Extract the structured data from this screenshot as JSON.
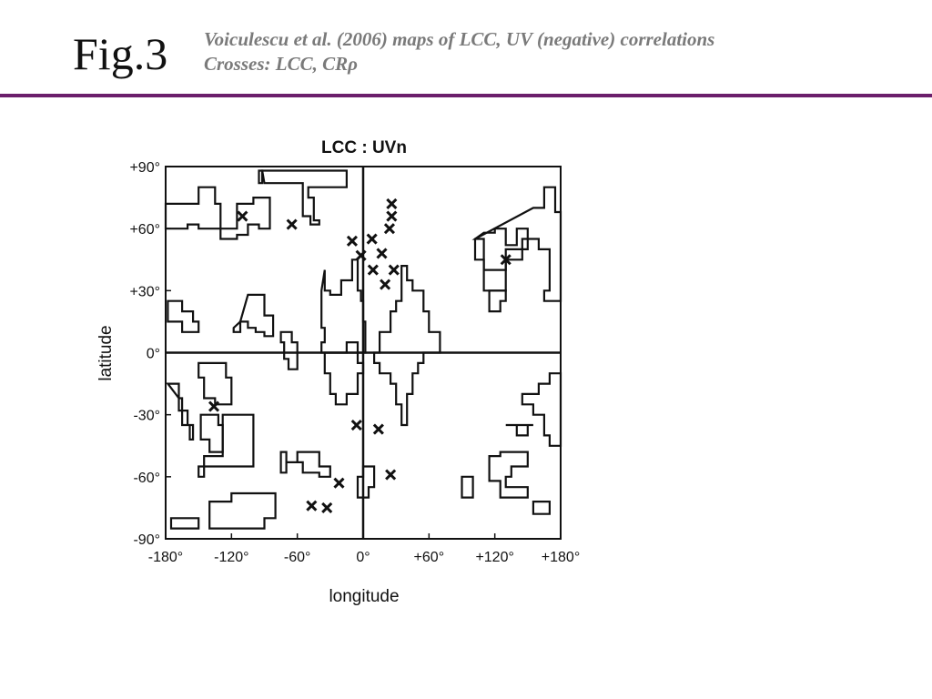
{
  "slide": {
    "title": "Fig.3",
    "caption_line1": "Voiculescu et al. (2006) maps of LCC, UV (negative) correlations",
    "caption_line2": "Crosses: LCC, CRρ",
    "accent_color": "#6b1f6b"
  },
  "chart_data": {
    "type": "scatter",
    "title": "LCC : UVn",
    "xlabel": "longitude",
    "ylabel": "latitude",
    "xlim": [
      -180,
      180
    ],
    "ylim": [
      -90,
      90
    ],
    "xticks": [
      {
        "v": -180,
        "label": "-180°"
      },
      {
        "v": -120,
        "label": "-120°"
      },
      {
        "v": -60,
        "label": "-60°"
      },
      {
        "v": 0,
        "label": "0°"
      },
      {
        "v": 60,
        "label": "+60°"
      },
      {
        "v": 120,
        "label": "+120°"
      },
      {
        "v": 180,
        "label": "+180°"
      }
    ],
    "yticks": [
      {
        "v": 90,
        "label": "+90°"
      },
      {
        "v": 60,
        "label": "+60°"
      },
      {
        "v": 30,
        "label": "+30°"
      },
      {
        "v": 0,
        "label": "0°"
      },
      {
        "v": -30,
        "label": "-30°"
      },
      {
        "v": -60,
        "label": "-60°"
      },
      {
        "v": -90,
        "label": "-90°"
      }
    ],
    "grid": false,
    "reference_lines": [
      "x=0",
      "y=0"
    ],
    "crosses": [
      [
        -110,
        66
      ],
      [
        -65,
        62
      ],
      [
        -10,
        54
      ],
      [
        -2,
        47
      ],
      [
        8,
        55
      ],
      [
        17,
        48
      ],
      [
        24,
        60
      ],
      [
        26,
        66
      ],
      [
        26,
        72
      ],
      [
        9,
        40
      ],
      [
        28,
        40
      ],
      [
        20,
        33
      ],
      [
        130,
        45
      ],
      [
        -136,
        -26
      ],
      [
        -6,
        -35
      ],
      [
        14,
        -37
      ],
      [
        25,
        -59
      ],
      [
        -22,
        -63
      ],
      [
        -47,
        -74
      ],
      [
        -33,
        -75
      ]
    ],
    "regions": [
      [
        [
          -180,
          72
        ],
        [
          -150,
          72
        ],
        [
          -150,
          80
        ],
        [
          -135,
          80
        ],
        [
          -135,
          72
        ],
        [
          -130,
          72
        ],
        [
          -130,
          60
        ],
        [
          -115,
          60
        ],
        [
          -115,
          72
        ],
        [
          -100,
          72
        ],
        [
          -100,
          75
        ],
        [
          -85,
          75
        ],
        [
          -85,
          60
        ],
        [
          -95,
          60
        ],
        [
          -95,
          62
        ],
        [
          -105,
          62
        ],
        [
          -105,
          57
        ],
        [
          -115,
          57
        ],
        [
          -115,
          55
        ],
        [
          -130,
          55
        ],
        [
          -130,
          60
        ],
        [
          -150,
          60
        ],
        [
          -150,
          62
        ],
        [
          -160,
          62
        ],
        [
          -160,
          60
        ],
        [
          -180,
          60
        ]
      ],
      [
        [
          -92,
          88
        ],
        [
          -15,
          88
        ],
        [
          -15,
          80
        ],
        [
          -50,
          80
        ],
        [
          -50,
          75
        ],
        [
          -45,
          75
        ],
        [
          -45,
          64
        ],
        [
          -40,
          64
        ],
        [
          -40,
          62
        ],
        [
          -48,
          62
        ],
        [
          -48,
          66
        ],
        [
          -55,
          66
        ],
        [
          -55,
          80
        ],
        [
          -55,
          82
        ],
        [
          -90,
          82
        ],
        [
          -90,
          82
        ]
      ],
      [
        [
          -95,
          82
        ],
        [
          -95,
          88
        ],
        [
          -92,
          88
        ],
        [
          -92,
          82
        ]
      ],
      [
        [
          -178,
          25
        ],
        [
          -165,
          25
        ],
        [
          -165,
          20
        ],
        [
          -155,
          20
        ],
        [
          -155,
          15
        ],
        [
          -150,
          15
        ],
        [
          -150,
          10
        ],
        [
          -165,
          10
        ],
        [
          -165,
          15
        ],
        [
          -178,
          15
        ]
      ],
      [
        [
          -105,
          28
        ],
        [
          -90,
          28
        ],
        [
          -90,
          18
        ],
        [
          -82,
          18
        ],
        [
          -82,
          8
        ],
        [
          -90,
          8
        ],
        [
          -90,
          10
        ],
        [
          -98,
          10
        ],
        [
          -98,
          12
        ],
        [
          -105,
          12
        ],
        [
          -105,
          15
        ],
        [
          -112,
          15
        ],
        [
          -112,
          10
        ],
        [
          -118,
          10
        ],
        [
          -118,
          12
        ],
        [
          -112,
          15
        ]
      ],
      [
        [
          -75,
          10
        ],
        [
          -65,
          10
        ],
        [
          -65,
          5
        ],
        [
          -60,
          5
        ],
        [
          -60,
          -8
        ],
        [
          -68,
          -8
        ],
        [
          -68,
          -3
        ],
        [
          -72,
          -3
        ],
        [
          -72,
          5
        ],
        [
          -75,
          5
        ]
      ],
      [
        [
          -150,
          -5
        ],
        [
          -125,
          -5
        ],
        [
          -125,
          -12
        ],
        [
          -120,
          -12
        ],
        [
          -120,
          -25
        ],
        [
          -135,
          -25
        ],
        [
          -135,
          -22
        ],
        [
          -145,
          -22
        ],
        [
          -145,
          -12
        ],
        [
          -150,
          -12
        ]
      ],
      [
        [
          -178,
          -15
        ],
        [
          -168,
          -15
        ],
        [
          -168,
          -22
        ],
        [
          -165,
          -22
        ],
        [
          -165,
          -35
        ],
        [
          -158,
          -35
        ],
        [
          -158,
          -42
        ],
        [
          -155,
          -42
        ],
        [
          -155,
          -35
        ],
        [
          -160,
          -35
        ],
        [
          -160,
          -28
        ],
        [
          -168,
          -28
        ],
        [
          -168,
          -22
        ]
      ],
      [
        [
          -148,
          -30
        ],
        [
          -148,
          -42
        ],
        [
          -140,
          -42
        ],
        [
          -140,
          -48
        ],
        [
          -128,
          -48
        ],
        [
          -128,
          -35
        ],
        [
          -132,
          -35
        ],
        [
          -132,
          -30
        ]
      ],
      [
        [
          -128,
          -30
        ],
        [
          -100,
          -30
        ],
        [
          -100,
          -55
        ],
        [
          -150,
          -55
        ],
        [
          -150,
          -60
        ],
        [
          -145,
          -60
        ],
        [
          -145,
          -50
        ],
        [
          -128,
          -50
        ]
      ],
      [
        [
          -75,
          -48
        ],
        [
          -70,
          -48
        ],
        [
          -70,
          -53
        ],
        [
          -60,
          -53
        ],
        [
          -60,
          -48
        ],
        [
          -40,
          -48
        ],
        [
          -40,
          -55
        ],
        [
          -30,
          -55
        ],
        [
          -30,
          -60
        ],
        [
          -40,
          -60
        ],
        [
          -40,
          -58
        ],
        [
          -55,
          -58
        ],
        [
          -55,
          -53
        ],
        [
          -70,
          -53
        ],
        [
          -70,
          -58
        ],
        [
          -75,
          -58
        ]
      ],
      [
        [
          -175,
          -80
        ],
        [
          -150,
          -80
        ],
        [
          -150,
          -85
        ],
        [
          -175,
          -85
        ]
      ],
      [
        [
          -140,
          -72
        ],
        [
          -120,
          -72
        ],
        [
          -120,
          -68
        ],
        [
          -80,
          -68
        ],
        [
          -80,
          -80
        ],
        [
          -90,
          -80
        ],
        [
          -90,
          -85
        ],
        [
          -140,
          -85
        ]
      ],
      [
        [
          -35,
          40
        ],
        [
          -35,
          30
        ],
        [
          -30,
          30
        ],
        [
          -30,
          28
        ],
        [
          -20,
          28
        ],
        [
          -20,
          35
        ],
        [
          -10,
          35
        ],
        [
          -10,
          45
        ],
        [
          -5,
          45
        ],
        [
          -5,
          30
        ],
        [
          -2,
          30
        ],
        [
          -2,
          25
        ],
        [
          0,
          25
        ],
        [
          0,
          15
        ],
        [
          2,
          15
        ],
        [
          2,
          0
        ],
        [
          -5,
          0
        ],
        [
          -5,
          5
        ],
        [
          -15,
          5
        ],
        [
          -15,
          0
        ],
        [
          -38,
          0
        ],
        [
          -38,
          5
        ],
        [
          -35,
          5
        ],
        [
          -35,
          12
        ],
        [
          -38,
          12
        ],
        [
          -38,
          30
        ]
      ],
      [
        [
          -35,
          0
        ],
        [
          -35,
          -10
        ],
        [
          -30,
          -10
        ],
        [
          -30,
          -20
        ],
        [
          -25,
          -20
        ],
        [
          -25,
          -25
        ],
        [
          -15,
          -25
        ],
        [
          -15,
          -20
        ],
        [
          -5,
          -20
        ],
        [
          -5,
          -10
        ],
        [
          0,
          -10
        ],
        [
          0,
          -5
        ],
        [
          -5,
          -5
        ],
        [
          -5,
          0
        ]
      ],
      [
        [
          35,
          42
        ],
        [
          40,
          42
        ],
        [
          40,
          35
        ],
        [
          45,
          35
        ],
        [
          45,
          30
        ],
        [
          55,
          30
        ],
        [
          55,
          20
        ],
        [
          60,
          20
        ],
        [
          60,
          10
        ],
        [
          70,
          10
        ],
        [
          70,
          0
        ],
        [
          55,
          0
        ],
        [
          55,
          -5
        ],
        [
          50,
          -5
        ],
        [
          50,
          -10
        ],
        [
          45,
          -10
        ],
        [
          45,
          -20
        ],
        [
          40,
          -20
        ],
        [
          40,
          -35
        ],
        [
          35,
          -35
        ],
        [
          35,
          -25
        ],
        [
          30,
          -25
        ],
        [
          30,
          -15
        ],
        [
          25,
          -15
        ],
        [
          25,
          -10
        ],
        [
          15,
          -10
        ],
        [
          15,
          -5
        ],
        [
          10,
          -5
        ],
        [
          10,
          0
        ],
        [
          15,
          0
        ],
        [
          15,
          10
        ],
        [
          25,
          10
        ],
        [
          25,
          20
        ],
        [
          30,
          20
        ],
        [
          30,
          25
        ],
        [
          35,
          25
        ]
      ],
      [
        [
          0,
          -55
        ],
        [
          10,
          -55
        ],
        [
          10,
          -65
        ],
        [
          5,
          -65
        ],
        [
          5,
          -70
        ],
        [
          -5,
          -70
        ],
        [
          -5,
          -60
        ],
        [
          0,
          -60
        ]
      ],
      [
        [
          102,
          55
        ],
        [
          110,
          55
        ],
        [
          110,
          40
        ],
        [
          130,
          40
        ],
        [
          130,
          50
        ],
        [
          150,
          50
        ],
        [
          150,
          60
        ],
        [
          140,
          60
        ],
        [
          140,
          52
        ],
        [
          130,
          52
        ],
        [
          130,
          60
        ],
        [
          120,
          60
        ],
        [
          120,
          58
        ],
        [
          110,
          58
        ]
      ],
      [
        [
          155,
          70
        ],
        [
          165,
          70
        ],
        [
          165,
          80
        ],
        [
          175,
          80
        ],
        [
          175,
          68
        ],
        [
          180,
          68
        ],
        [
          180,
          25
        ],
        [
          165,
          25
        ],
        [
          165,
          30
        ],
        [
          170,
          30
        ],
        [
          170,
          50
        ],
        [
          160,
          50
        ],
        [
          160,
          55
        ],
        [
          145,
          55
        ],
        [
          145,
          45
        ],
        [
          130,
          45
        ],
        [
          130,
          30
        ],
        [
          110,
          30
        ],
        [
          110,
          45
        ],
        [
          102,
          45
        ],
        [
          102,
          55
        ]
      ],
      [
        [
          115,
          30
        ],
        [
          115,
          20
        ],
        [
          125,
          20
        ],
        [
          125,
          25
        ],
        [
          130,
          25
        ],
        [
          130,
          30
        ]
      ],
      [
        [
          145,
          -20
        ],
        [
          160,
          -20
        ],
        [
          160,
          -15
        ],
        [
          170,
          -15
        ],
        [
          170,
          -10
        ],
        [
          180,
          -10
        ],
        [
          180,
          -45
        ],
        [
          170,
          -45
        ],
        [
          170,
          -40
        ],
        [
          165,
          -40
        ],
        [
          165,
          -30
        ],
        [
          155,
          -30
        ],
        [
          155,
          -25
        ],
        [
          145,
          -25
        ]
      ],
      [
        [
          155,
          -35
        ],
        [
          150,
          -35
        ],
        [
          150,
          -40
        ],
        [
          140,
          -40
        ],
        [
          140,
          -35
        ],
        [
          130,
          -35
        ]
      ],
      [
        [
          115,
          -50
        ],
        [
          125,
          -50
        ],
        [
          125,
          -48
        ],
        [
          150,
          -48
        ],
        [
          150,
          -55
        ],
        [
          135,
          -55
        ],
        [
          135,
          -60
        ],
        [
          130,
          -60
        ],
        [
          130,
          -65
        ],
        [
          150,
          -65
        ],
        [
          150,
          -70
        ],
        [
          125,
          -70
        ],
        [
          125,
          -62
        ],
        [
          115,
          -62
        ]
      ],
      [
        [
          90,
          -60
        ],
        [
          100,
          -60
        ],
        [
          100,
          -70
        ],
        [
          90,
          -70
        ]
      ],
      [
        [
          155,
          -72
        ],
        [
          170,
          -72
        ],
        [
          170,
          -78
        ],
        [
          155,
          -78
        ]
      ]
    ]
  }
}
